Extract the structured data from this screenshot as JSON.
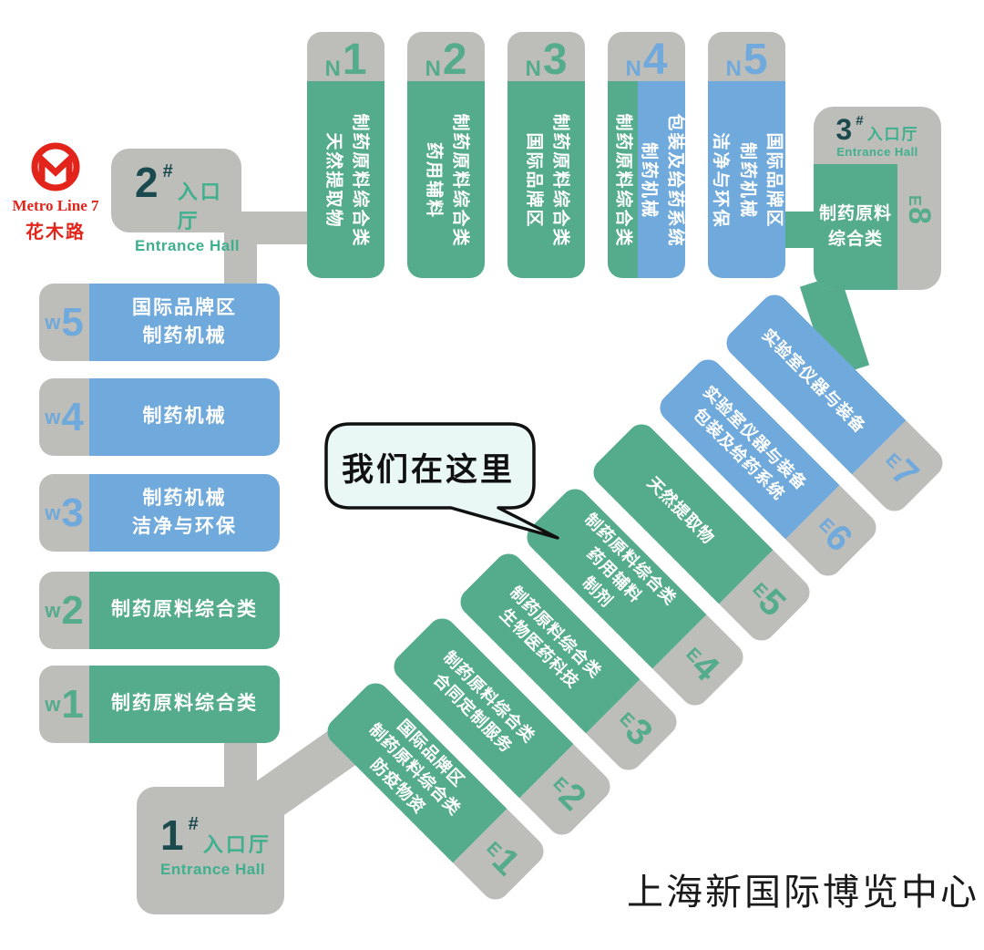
{
  "venue_title": "上海新国际博览中心",
  "metro": {
    "line_label": "Metro Line 7",
    "station": "花木路"
  },
  "callout": {
    "text": "我们在这里"
  },
  "entrances": {
    "e1": {
      "num": "1",
      "suffix": "#",
      "label_cn": "入口厅",
      "label_en": "Entrance Hall"
    },
    "e2": {
      "num": "2",
      "suffix": "#",
      "label_cn": "入口厅",
      "label_en": "Entrance Hall"
    },
    "e3": {
      "num": "3",
      "suffix": "#",
      "label_cn": "入口厅",
      "label_en": "Entrance Hall"
    }
  },
  "halls": {
    "N1": {
      "prefix": "N",
      "num": "1",
      "lines": [
        "制药原料综合类",
        "天然提取物"
      ]
    },
    "N2": {
      "prefix": "N",
      "num": "2",
      "lines": [
        "制药原料综合类",
        "药用辅料"
      ]
    },
    "N3": {
      "prefix": "N",
      "num": "3",
      "lines": [
        "制药原料综合类",
        "国际品牌区"
      ]
    },
    "N4": {
      "prefix": "N",
      "num": "4",
      "green_lines": [
        "制药原料综合类"
      ],
      "blue_lines": [
        "包装及给药系统",
        "制药机械"
      ]
    },
    "N5": {
      "prefix": "N",
      "num": "5",
      "lines": [
        "国际品牌区",
        "制药机械",
        "洁净与环保"
      ]
    },
    "W5": {
      "prefix": "w",
      "num": "5",
      "lines": [
        "国际品牌区",
        "制药机械"
      ]
    },
    "W4": {
      "prefix": "w",
      "num": "4",
      "lines": [
        "制药机械"
      ]
    },
    "W3": {
      "prefix": "w",
      "num": "3",
      "lines": [
        "制药机械",
        "洁净与环保"
      ]
    },
    "W2": {
      "prefix": "w",
      "num": "2",
      "lines": [
        "制药原料综合类"
      ]
    },
    "W1": {
      "prefix": "w",
      "num": "1",
      "lines": [
        "制药原料综合类"
      ]
    },
    "E1": {
      "prefix": "E",
      "num": "1",
      "lines": [
        "国际品牌区",
        "制药原料综合类",
        "防疫物资"
      ]
    },
    "E2": {
      "prefix": "E",
      "num": "2",
      "lines": [
        "制药原料综合类",
        "合同定制服务"
      ]
    },
    "E3": {
      "prefix": "E",
      "num": "3",
      "lines": [
        "制药原料综合类",
        "生物医药科技"
      ]
    },
    "E4": {
      "prefix": "E",
      "num": "4",
      "lines": [
        "制药原料综合类",
        "药用辅料",
        "制剂"
      ]
    },
    "E5": {
      "prefix": "E",
      "num": "5",
      "lines": [
        "天然提取物"
      ]
    },
    "E6": {
      "prefix": "E",
      "num": "6",
      "lines": [
        "实验室仪器与装备",
        "包装及给药系统"
      ]
    },
    "E7": {
      "prefix": "E",
      "num": "7",
      "lines": [
        "实验室仪器与装备"
      ]
    },
    "E8": {
      "prefix": "E",
      "num": "8",
      "lines": [
        "制药原料",
        "综合类"
      ]
    }
  },
  "colors": {
    "hall_green": "#55ac8d",
    "hall_blue": "#70a9db",
    "hall_gray": "#bdbdba",
    "entrance_number_teal": "#1b4a4e",
    "entrance_text_green": "#3fb08d",
    "metro_red": "#e2241b",
    "callout_bg": "#e9f8f5"
  }
}
